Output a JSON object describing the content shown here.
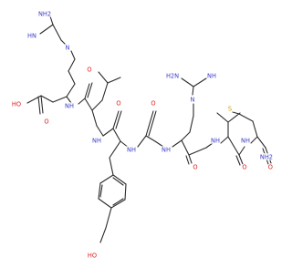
{
  "structure": {
    "bond_color": "#2b2b2b",
    "atom_colors": {
      "N": "#3a3ac8",
      "O": "#e02020",
      "S": "#c8a000"
    },
    "labels": [
      {
        "id": "nh2-guanidine-1-top",
        "text": "NH2",
        "color": "N"
      },
      {
        "id": "nh-guanidine-1",
        "text": "HN",
        "color": "N"
      },
      {
        "id": "n-guanidine-1",
        "text": "N",
        "color": "N"
      },
      {
        "id": "ho-acid",
        "text": "HO",
        "color": "O"
      },
      {
        "id": "o-acid",
        "text": "O",
        "color": "O"
      },
      {
        "id": "nh-arg-leu",
        "text": "NH",
        "color": "N"
      },
      {
        "id": "o-leu",
        "text": "O",
        "color": "O"
      },
      {
        "id": "nh-leu-tyr",
        "text": "NH",
        "color": "N"
      },
      {
        "id": "o-tyr",
        "text": "O",
        "color": "O"
      },
      {
        "id": "nh-tyr-gly",
        "text": "NH",
        "color": "N"
      },
      {
        "id": "o-gly",
        "text": "O",
        "color": "O"
      },
      {
        "id": "nh-gly-arg",
        "text": "NH",
        "color": "N"
      },
      {
        "id": "ho-phenol",
        "text": "HO",
        "color": "O"
      },
      {
        "id": "h2n-guanidine-2",
        "text": "H2N",
        "color": "N"
      },
      {
        "id": "nh2-guanidine-2",
        "text": "NH",
        "color": "N"
      },
      {
        "id": "n-guanidine-2",
        "text": "N",
        "color": "N"
      },
      {
        "id": "o-arg",
        "text": "O",
        "color": "O"
      },
      {
        "id": "nh-arg-val",
        "text": "NH",
        "color": "N"
      },
      {
        "id": "o-val",
        "text": "O",
        "color": "O"
      },
      {
        "id": "nh-val-met",
        "text": "NH",
        "color": "N"
      },
      {
        "id": "o-met",
        "text": "O",
        "color": "O"
      },
      {
        "id": "nh2-met",
        "text": "NH2",
        "color": "N"
      },
      {
        "id": "s-met",
        "text": "S",
        "color": "S"
      }
    ]
  }
}
